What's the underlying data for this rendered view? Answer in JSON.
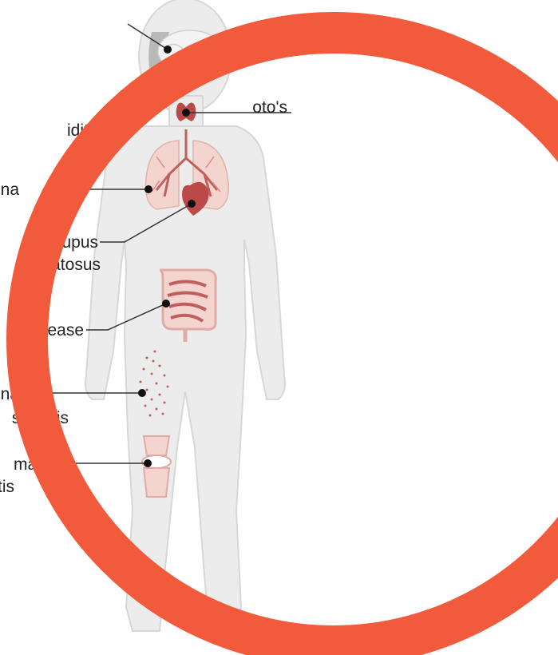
{
  "labels": {
    "hashimoto_line1": "oto's",
    "hashimoto_line2": "iditis",
    "asthma": "na",
    "lupus_line1": "nic lupus",
    "lupus_line2": "ematosus",
    "crohns": "disease",
    "eczema_line1": "na",
    "eczema_line2": "soriasis",
    "arthritis_line1": "matoid",
    "arthritis_line2": "tis"
  },
  "colors": {
    "ring": "#f15a3b",
    "body_fill": "#ececec",
    "body_stroke": "#d7d7d7",
    "organ": "#d98b89",
    "organ_light": "#f3d4cf",
    "organ_dark": "#b94a48",
    "leader_line": "#333333",
    "dot": "#111111"
  }
}
